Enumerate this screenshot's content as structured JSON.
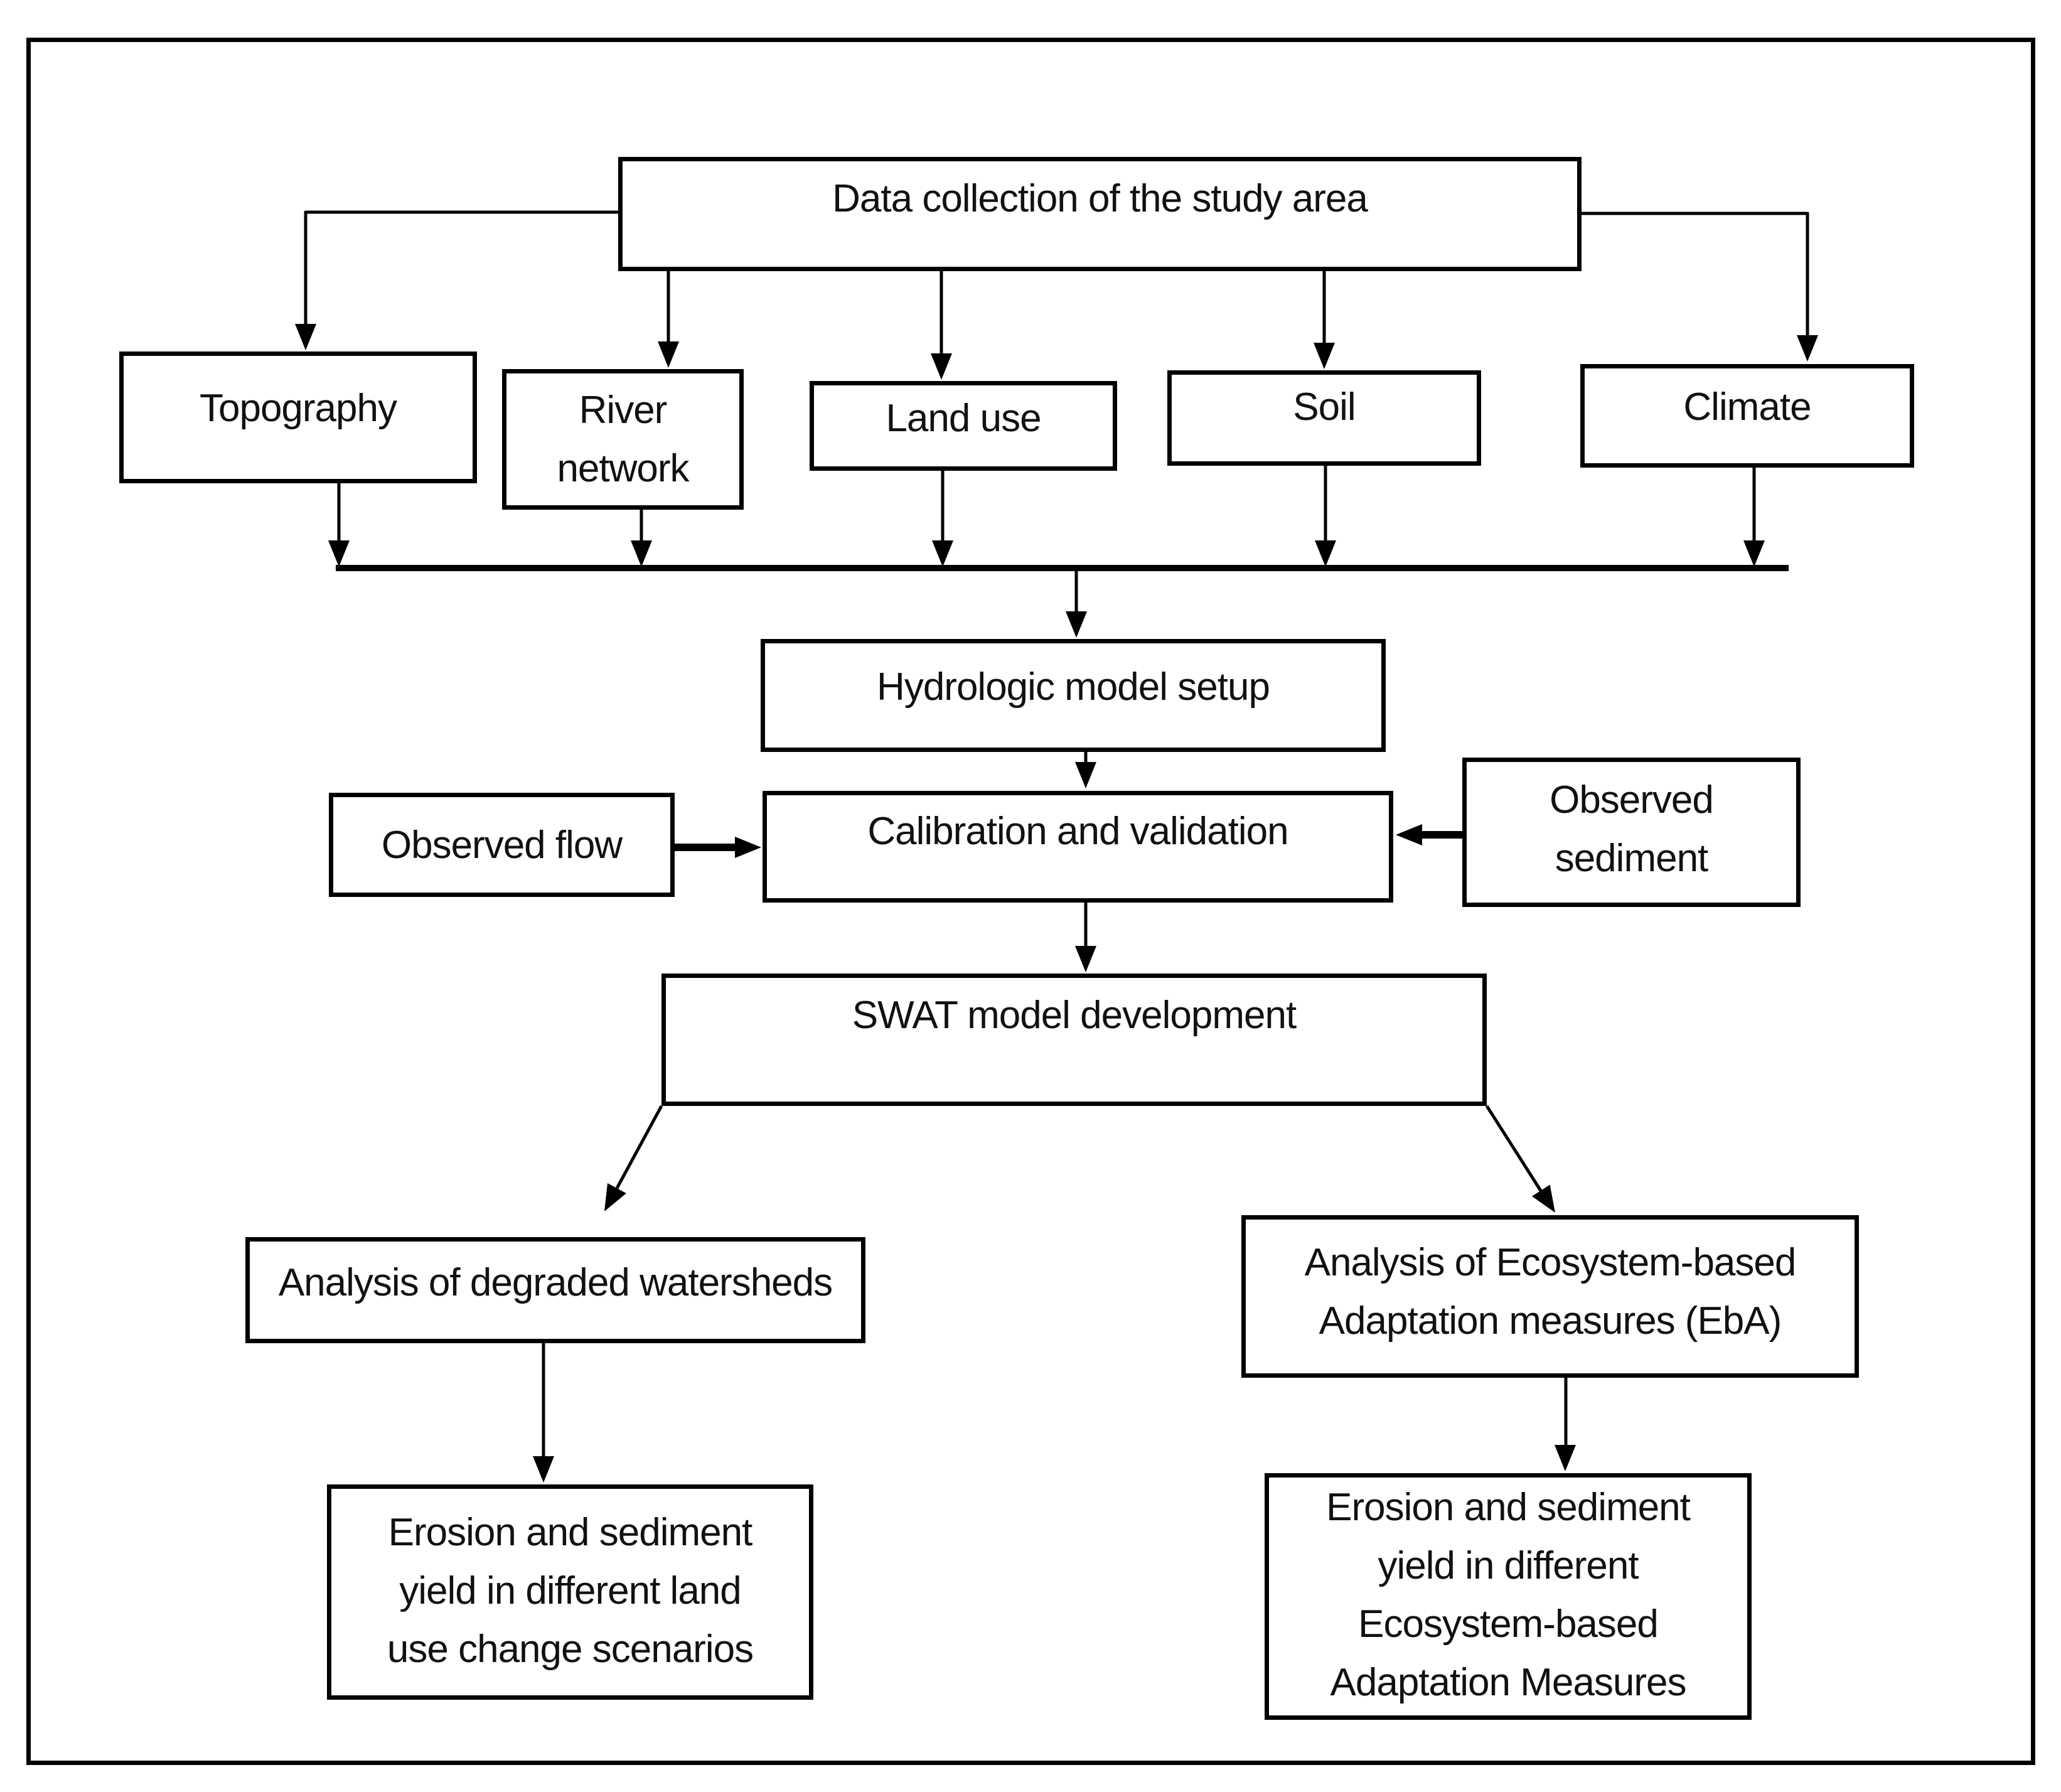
{
  "diagram": {
    "title": "Data collection of the study area",
    "nodes": {
      "title": "Data collection of the study area",
      "topography": "Topography",
      "river_network": "River\nnetwork",
      "land_use": "Land use",
      "soil": "Soil",
      "climate": "Climate",
      "hydrologic_model_setup": "Hydrologic model setup",
      "observed_flow": "Observed flow",
      "calibration_validation": "Calibration and validation",
      "observed_sediment": "Observed\nsediment",
      "swat_model_development": "SWAT model development",
      "analysis_degraded_watersheds": "Analysis of degraded watersheds",
      "analysis_eba": "Analysis of Ecosystem-based\nAdaptation measures (EbA)",
      "erosion_land_use": "Erosion and sediment\nyield in different land\nuse change scenarios",
      "erosion_eba": "Erosion and sediment\nyield in different\nEcosystem-based\nAdaptation Measures"
    },
    "colors": {
      "line": "#000000",
      "background": "#ffffff",
      "text": "#111111"
    }
  }
}
